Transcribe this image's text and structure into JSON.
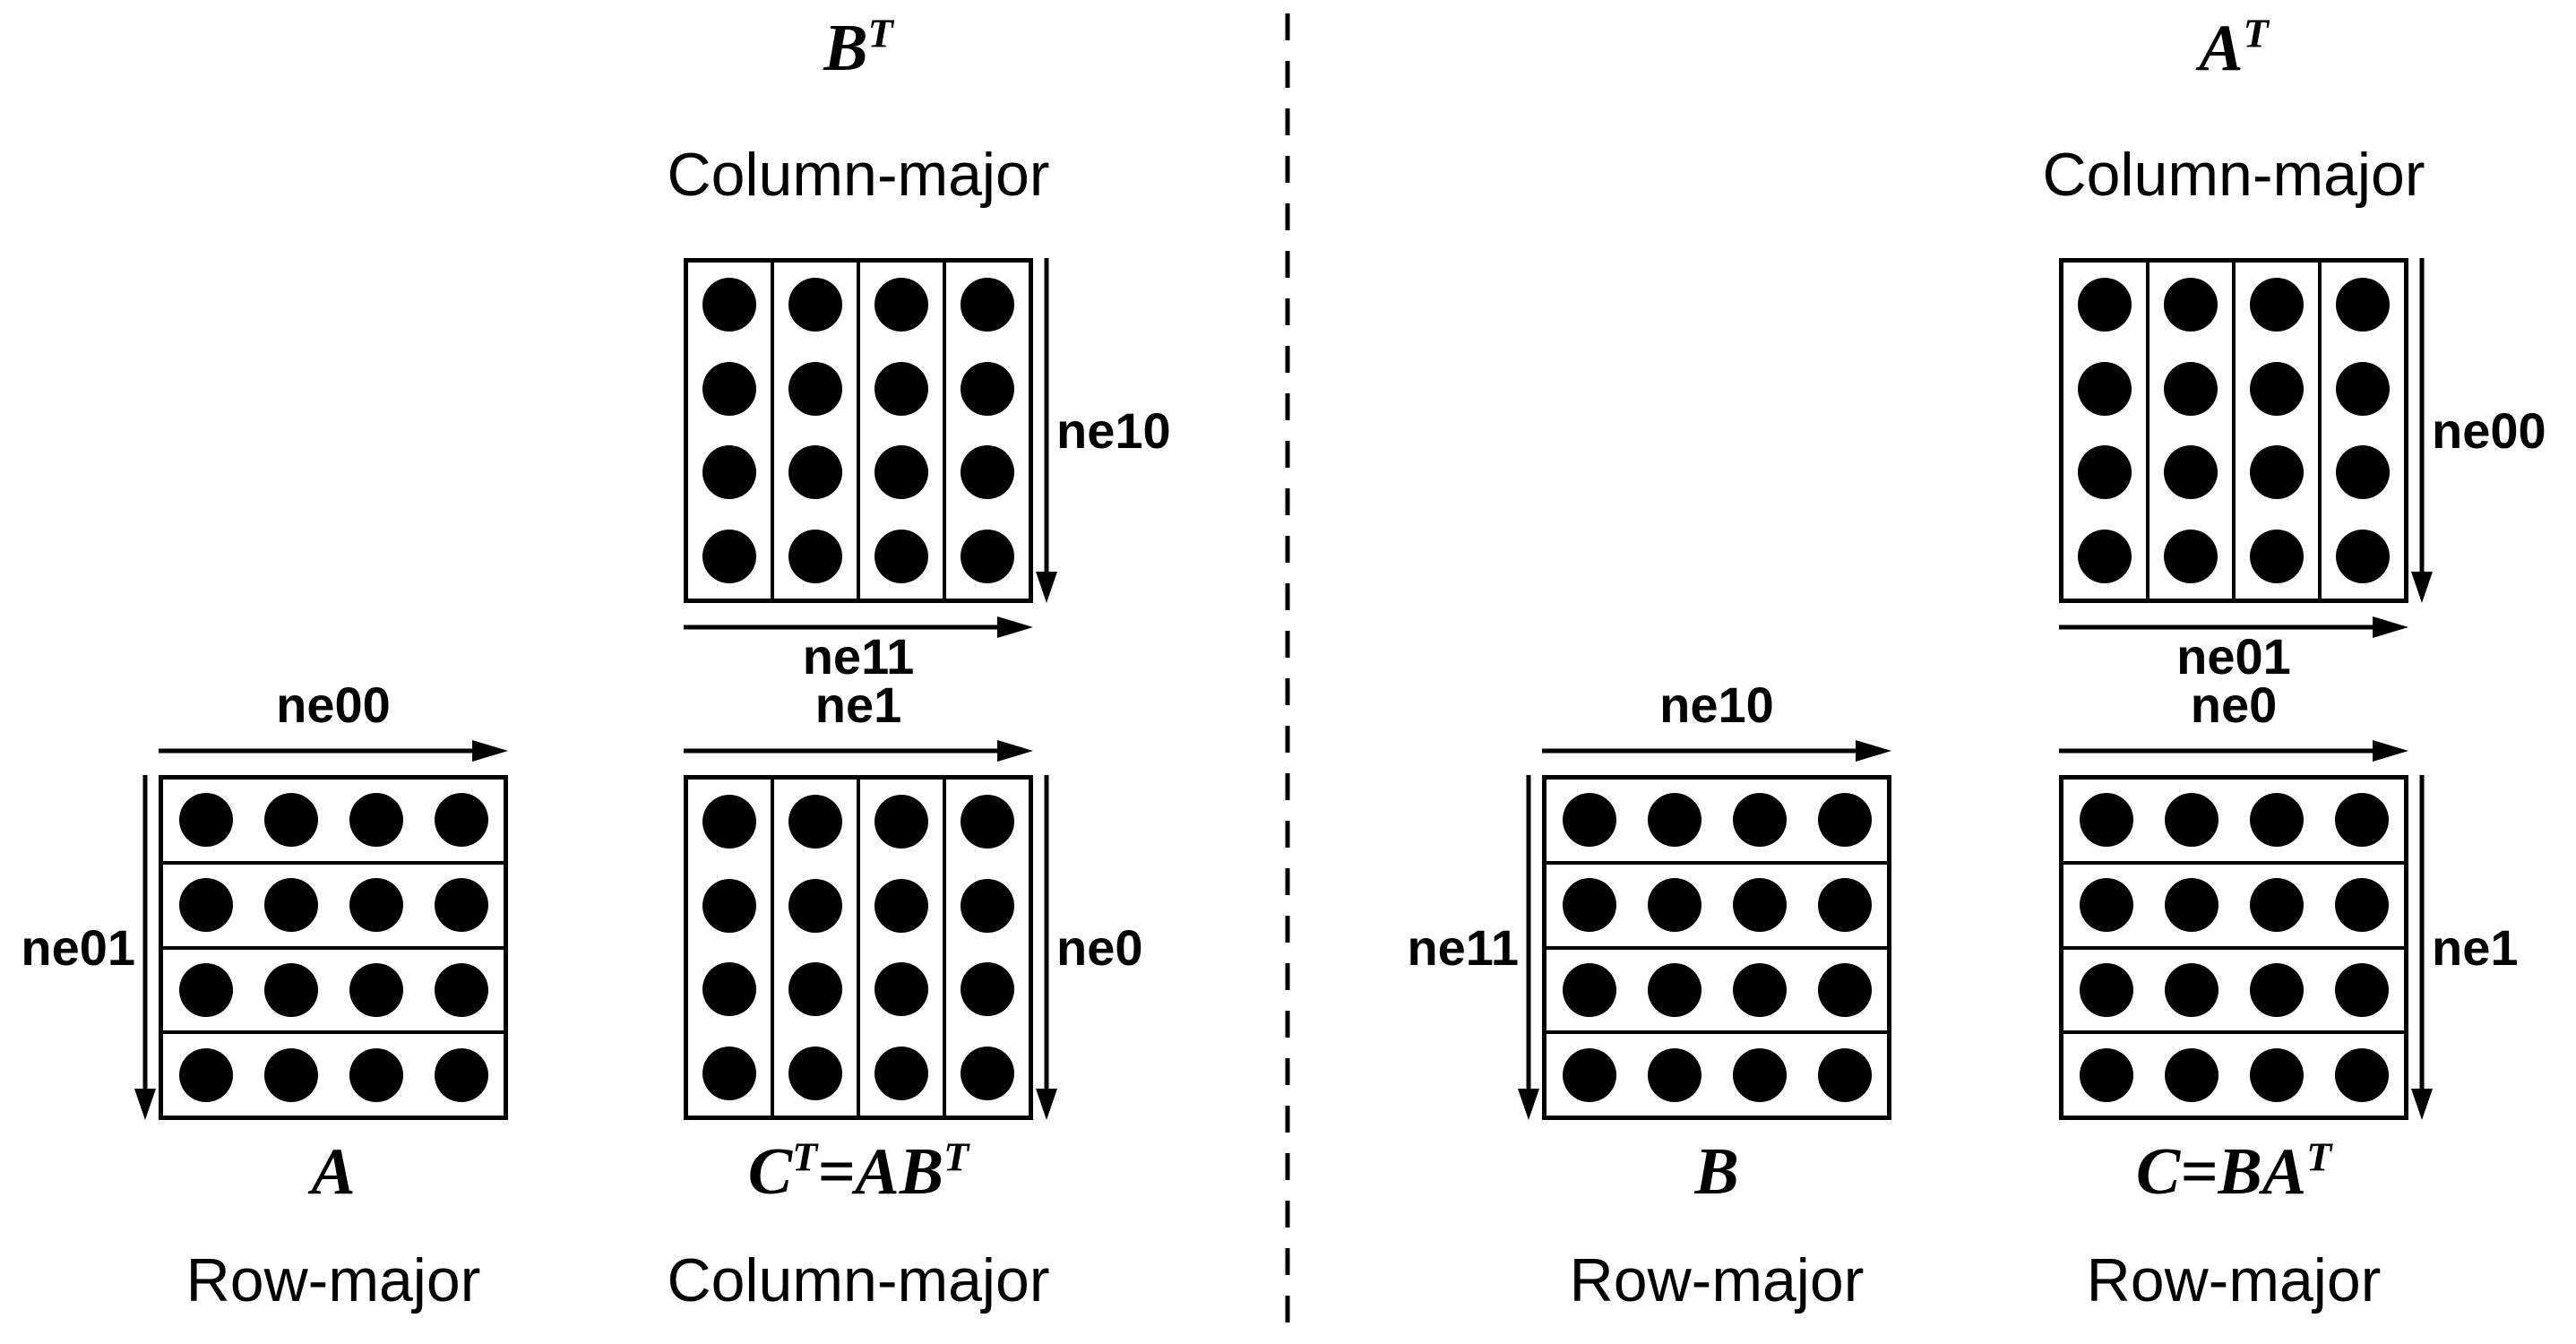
{
  "grid": {
    "rows": 4,
    "cols": 4
  },
  "colors": {
    "ink": "#000000",
    "bg": "#ffffff"
  },
  "left": {
    "bt": {
      "title": {
        "base": "B",
        "sup": "T"
      },
      "storage": "Column-major",
      "labels": {
        "right": "ne10",
        "bottom": "ne11"
      }
    },
    "a": {
      "title": {
        "base": "A"
      },
      "storage": "Row-major",
      "labels": {
        "top": "ne00",
        "left": "ne01"
      }
    },
    "ct": {
      "title": {
        "base": "C",
        "sup1": "T",
        "mid": "=AB",
        "sup2": "T"
      },
      "storage": "Column-major",
      "labels": {
        "top": "ne1",
        "right": "ne0"
      }
    }
  },
  "right": {
    "at": {
      "title": {
        "base": "A",
        "sup": "T"
      },
      "storage": "Column-major",
      "labels": {
        "right": "ne00",
        "bottom": "ne01"
      }
    },
    "b": {
      "title": {
        "base": "B"
      },
      "storage": "Row-major",
      "labels": {
        "top": "ne10",
        "left": "ne11"
      }
    },
    "c": {
      "title": {
        "base": "C",
        "mid": "=BA",
        "sup2": "T"
      },
      "storage": "Row-major",
      "labels": {
        "top": "ne0",
        "right": "ne1"
      }
    }
  }
}
